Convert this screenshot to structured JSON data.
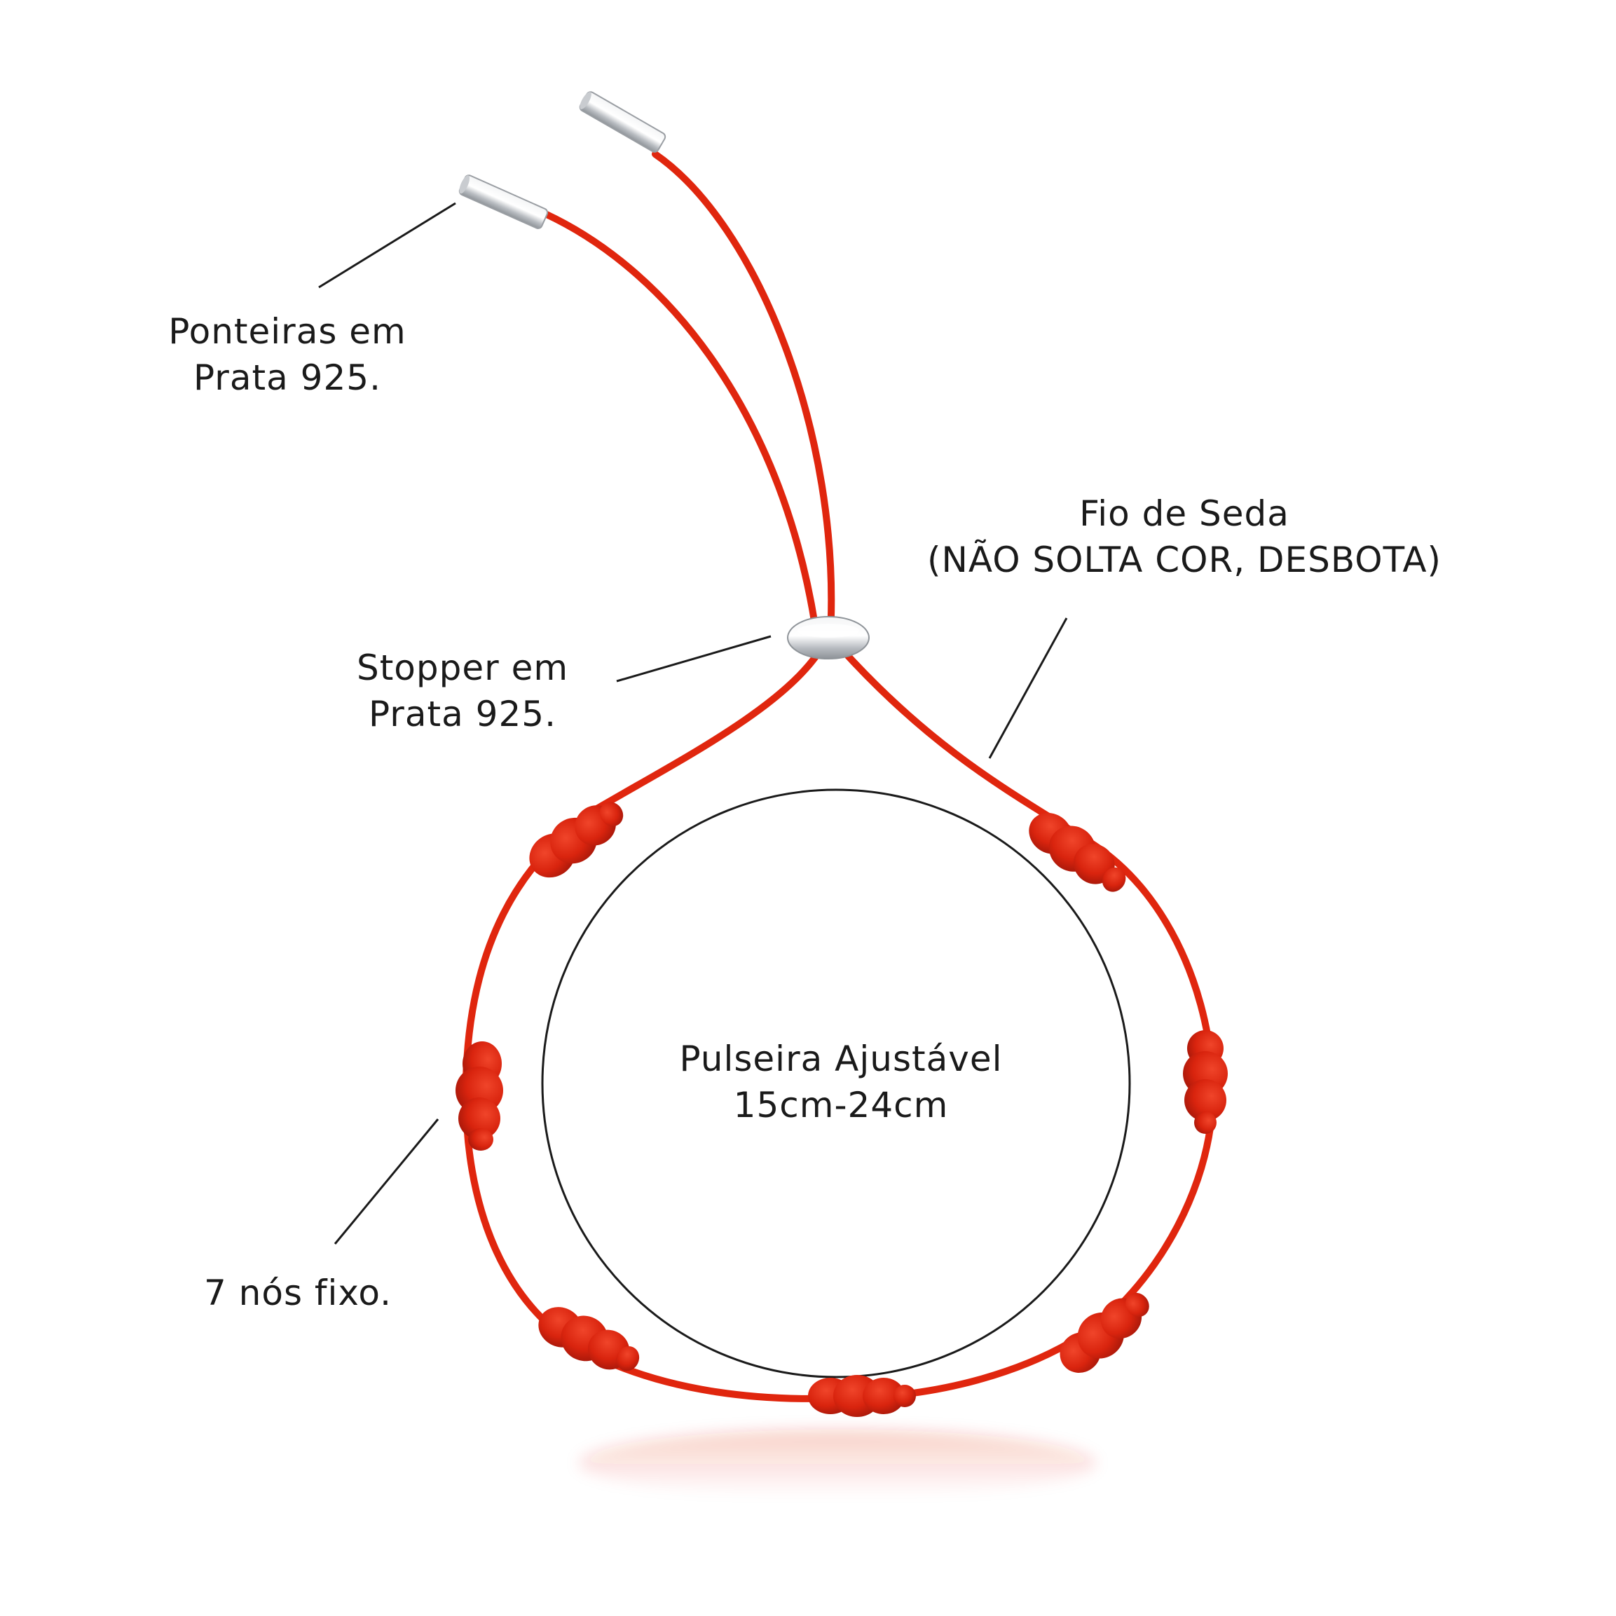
{
  "labels": {
    "ponteiras": {
      "line1": "Ponteiras em",
      "line2": "Prata 925."
    },
    "fio": {
      "line1": "Fio de Seda",
      "line2": "(NÃO SOLTA COR, DESBOTA)"
    },
    "stopper": {
      "line1": "Stopper em",
      "line2": "Prata 925."
    },
    "pulseira": {
      "line1": "Pulseira Ajustável",
      "line2": "15cm-24cm"
    },
    "nos": {
      "line1": "7 nós fixo."
    }
  },
  "colors": {
    "cord": "#e0260e",
    "knot": "#d6230f",
    "silver": "#d9dcdf",
    "leader": "#1a1a1a",
    "text": "#1a1a1a"
  },
  "icons": [
    "red-silk-cord-bracelet-illustration",
    "silver-cord-tip-icon",
    "silver-stopper-icon",
    "knot-icon"
  ]
}
